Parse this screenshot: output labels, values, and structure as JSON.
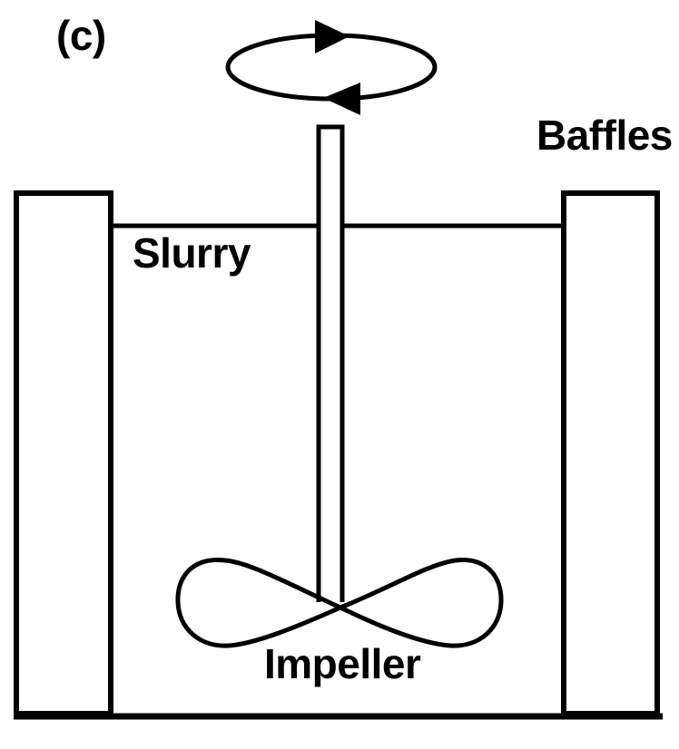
{
  "figure": {
    "panel_label": "(c)",
    "labels": {
      "slurry": "Slurry",
      "baffles": "Baffles",
      "impeller": "Impeller"
    },
    "colors": {
      "line": "#000000",
      "background": "#ffffff"
    }
  }
}
